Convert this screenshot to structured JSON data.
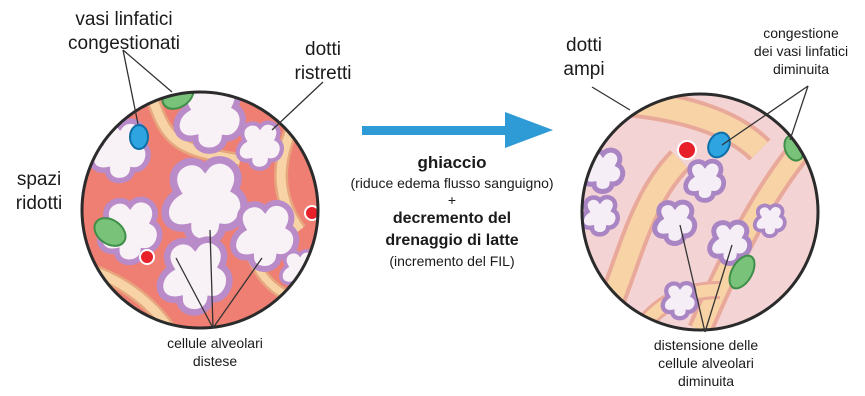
{
  "left": {
    "vasi_line1": "vasi linfatici",
    "vasi_line2": "congestionati",
    "dotti_line1": "dotti",
    "dotti_line2": "ristretti",
    "spazi_line1": "spazi",
    "spazi_line2": "ridotti",
    "cellule_line1": "cellule alveolari",
    "cellule_line2": "distese"
  },
  "middle": {
    "ghiaccio": "ghiaccio",
    "ghiaccio_sub": "(riduce edema flusso sanguigno)",
    "plus": "+",
    "decremento_line1": "decremento del",
    "decremento_line2": "drenaggio di latte",
    "decremento_sub": "(incremento del FIL)"
  },
  "right": {
    "dotti_line1": "dotti",
    "dotti_line2": "ampi",
    "congestione_line1": "congestione",
    "congestione_line2": "dei vasi linfatici",
    "congestione_line3": "diminuita",
    "distensione_line1": "distensione delle",
    "distensione_line2": "cellule alveolari",
    "distensione_line3": "diminuita"
  },
  "colors": {
    "arrow": "#2e9ad6",
    "left_bg": "#ef7f72",
    "right_bg": "#f4d3d4",
    "duct": "#f7d3a6",
    "alveolus_fill": "#f8f2f6",
    "alveolus_ring": "#b98bc9",
    "lymph_green": "#79c27a",
    "lymph_blue": "#2ea4e0",
    "blood_red": "#e8202a"
  }
}
